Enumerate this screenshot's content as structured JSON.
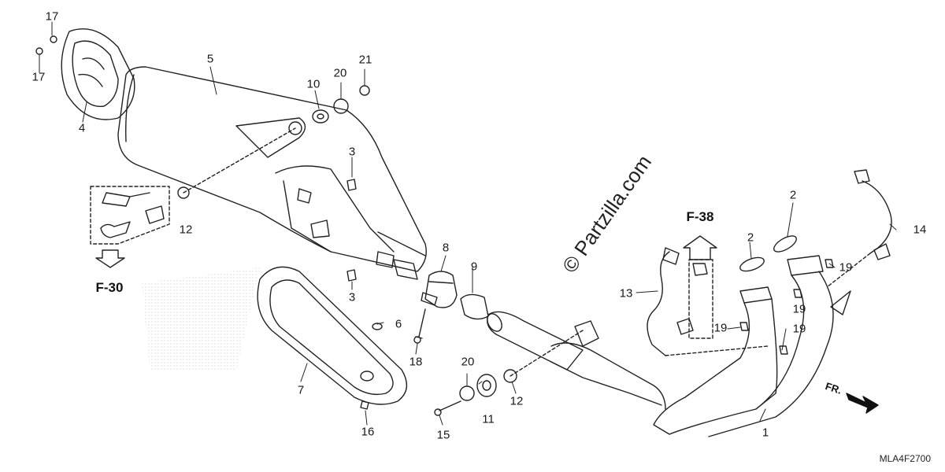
{
  "diagram": {
    "code": "MLA4F2700",
    "watermark": "© Partzilla.com",
    "front_mark": "FR.",
    "references": [
      "F-30",
      "F-38"
    ],
    "callouts": [
      "1",
      "2",
      "3",
      "4",
      "5",
      "6",
      "7",
      "8",
      "9",
      "10",
      "11",
      "12",
      "13",
      "14",
      "15",
      "16",
      "17",
      "18",
      "19",
      "20",
      "21"
    ]
  }
}
